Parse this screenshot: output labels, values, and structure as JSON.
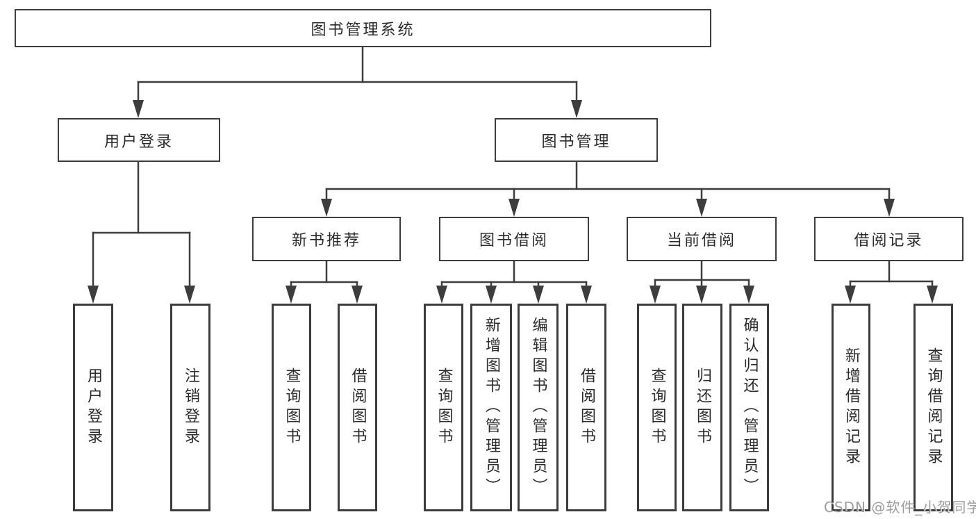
{
  "diagram": {
    "root": {
      "label": "图书管理系统",
      "children": [
        {
          "label": "用户登录",
          "children": [
            {
              "label": "用户登录"
            },
            {
              "label": "注销登录"
            }
          ]
        },
        {
          "label": "图书管理",
          "children": [
            {
              "label": "新书推荐",
              "children": [
                {
                  "label": "查询图书"
                },
                {
                  "label": "借阅图书"
                }
              ]
            },
            {
              "label": "图书借阅",
              "children": [
                {
                  "label": "查询图书"
                },
                {
                  "label": "新增图书（管理员）"
                },
                {
                  "label": "编辑图书（管理员）"
                },
                {
                  "label": "借阅图书"
                }
              ]
            },
            {
              "label": "当前借阅",
              "children": [
                {
                  "label": "查询图书"
                },
                {
                  "label": "归还图书"
                },
                {
                  "label": "确认归还（管理员）"
                }
              ]
            },
            {
              "label": "借阅记录",
              "children": [
                {
                  "label": "新增借阅记录"
                },
                {
                  "label": "查询借阅记录"
                }
              ]
            }
          ]
        }
      ]
    }
  },
  "watermark": {
    "text": "CSDN @软件_小贺同学"
  },
  "colors": {
    "line": "#3d3d3d",
    "node_border": "#3d3d3d",
    "node_fill": "#ffffff",
    "text": "#2b2b2b",
    "background": "#ffffff",
    "watermark": "#919191"
  }
}
